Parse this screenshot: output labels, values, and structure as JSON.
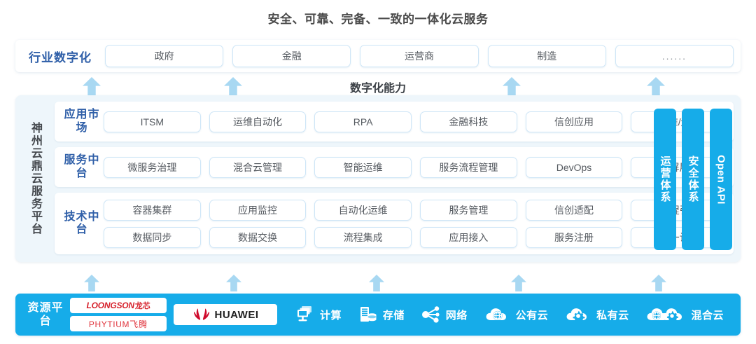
{
  "title": "安全、可靠、完备、一致的一体化云服务",
  "industry": {
    "label": "行业数字化",
    "items": [
      {
        "label": "政府"
      },
      {
        "label": "金融"
      },
      {
        "label": "运营商"
      },
      {
        "label": "制造"
      },
      {
        "label": "......"
      }
    ]
  },
  "capability_caption": "数字化能力",
  "platform": {
    "side_label": "神州云鼎云服务平台",
    "layers": [
      {
        "label": "应用市场",
        "rows": [
          [
            "ITSM",
            "运维自动化",
            "RPA",
            "金融科技",
            "信创应用",
            "运维/运营"
          ]
        ]
      },
      {
        "label": "服务中台",
        "rows": [
          [
            "微服务治理",
            "混合云管理",
            "智能运维",
            "服务流程管理",
            "DevOps",
            "大屏展示"
          ]
        ]
      },
      {
        "label": "技术中台",
        "rows": [
          [
            "容器集群",
            "应用监控",
            "自动化运维",
            "服务管理",
            "信创适配",
            "流程引擎"
          ],
          [
            "数据同步",
            "数据交换",
            "流程集成",
            "应用接入",
            "服务注册",
            "统一认证"
          ]
        ]
      }
    ],
    "pillars": [
      {
        "label": "运营体系"
      },
      {
        "label": "安全体系"
      },
      {
        "label": "Open API"
      }
    ]
  },
  "resource": {
    "label": "资源平台",
    "logos": [
      {
        "name": "loongson-logo",
        "text": "LOONGSON",
        "cn": "龙芯"
      },
      {
        "name": "phytium-logo",
        "text": "PHYTIUM",
        "cn": "飞腾"
      },
      {
        "name": "huawei-logo",
        "text": "HUAWEI"
      }
    ],
    "items": [
      {
        "icon": "compute-icon",
        "label": "计算"
      },
      {
        "icon": "storage-icon",
        "label": "存储"
      },
      {
        "icon": "network-icon",
        "label": "网络"
      },
      {
        "icon": "public-cloud-icon",
        "label": "公有云"
      },
      {
        "icon": "private-cloud-icon",
        "label": "私有云"
      },
      {
        "icon": "hybrid-cloud-icon",
        "label": "混合云"
      }
    ]
  },
  "colors": {
    "accent_blue": "#16ace9",
    "arrow_blue": "#a8d8f2",
    "label_blue": "#2f5fa8",
    "panel_bg": "#eef6fb",
    "loongson_red": "#d6202a",
    "phytium_red": "#e0353d"
  }
}
